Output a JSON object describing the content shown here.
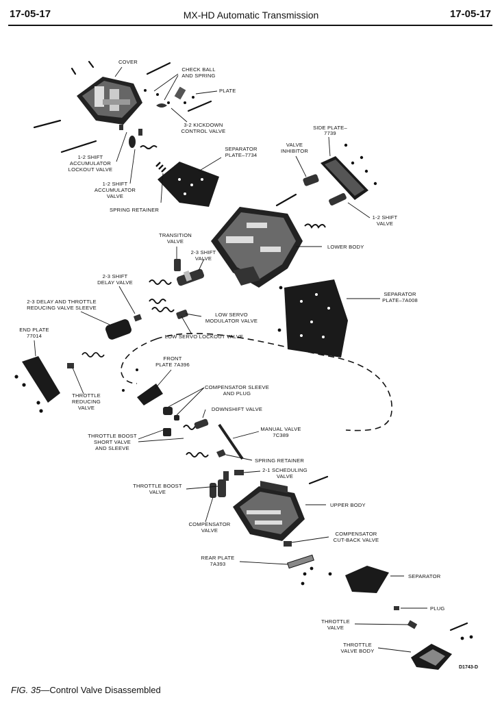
{
  "header": {
    "page_left": "17-05-17",
    "title": "MX-HD Automatic Transmission",
    "page_right": "17-05-17"
  },
  "caption": {
    "fig": "FIG. 35",
    "text": "—Control Valve Disassembled"
  },
  "diagram_code": "D1743-D",
  "labels": {
    "cover": [
      "COVER"
    ],
    "check_ball": [
      "CHECK BALL",
      "AND SPRING"
    ],
    "plate": [
      "PLATE"
    ],
    "kickdown": [
      "3-2 KICKDOWN",
      "CONTROL VALVE"
    ],
    "side_plate": [
      "SIDE PLATE–",
      "7739"
    ],
    "valve_inhibitor": [
      "VALVE",
      "INHIBITOR"
    ],
    "separator_plate_top": [
      "SEPARATOR",
      "PLATE–7734"
    ],
    "accum_lockout": [
      "1-2 SHIFT",
      "ACCUMULATOR",
      "LOCKOUT VALVE"
    ],
    "accum_valve": [
      "1-2 SHIFT",
      "ACCUMULATOR",
      "VALVE"
    ],
    "spring_retainer_top": [
      "SPRING RETAINER"
    ],
    "shift_12": [
      "1-2 SHIFT",
      "VALVE"
    ],
    "transition": [
      "TRANSITION",
      "VALVE"
    ],
    "lower_body": [
      "LOWER BODY"
    ],
    "shift_23": [
      "2-3 SHIFT",
      "VALVE"
    ],
    "delay_23": [
      "2-3 SHIFT",
      "DELAY VALVE"
    ],
    "separator_plate_mid": [
      "SEPARATOR",
      "PLATE–7A008"
    ],
    "delay_throttle": [
      "2-3 DELAY AND THROTTLE",
      "REDUCING VALVE SLEEVE"
    ],
    "low_servo_mod": [
      "LOW SERVO",
      "MODULATOR VALVE"
    ],
    "end_plate": [
      "END PLATE",
      "77014"
    ],
    "low_servo_lockout": [
      "LOW SERVO LOCKOUT VALVE"
    ],
    "front_plate": [
      "FRONT",
      "PLATE 7A396"
    ],
    "throttle_reducing": [
      "THROTTLE",
      "REDUCING",
      "VALVE"
    ],
    "comp_sleeve": [
      "COMPENSATOR SLEEVE",
      "AND PLUG"
    ],
    "downshift": [
      "DOWNSHIFT VALVE"
    ],
    "manual_valve": [
      "MANUAL VALVE",
      "7C389"
    ],
    "boost_short": [
      "THROTTLE BOOST",
      "SHORT VALVE",
      "AND SLEEVE"
    ],
    "spring_retainer_bottom": [
      "SPRING RETAINER"
    ],
    "scheduling": [
      "2-1 SCHEDULING",
      "VALVE"
    ],
    "boost_valve": [
      "THROTTLE BOOST",
      "VALVE"
    ],
    "upper_body": [
      "UPPER BODY"
    ],
    "compensator": [
      "COMPENSATOR",
      "VALVE"
    ],
    "cutback": [
      "COMPENSATOR",
      "CUT-BACK VALVE"
    ],
    "rear_plate": [
      "REAR PLATE",
      "7A393"
    ],
    "separator_bottom": [
      "SEPARATOR"
    ],
    "plug": [
      "PLUG"
    ],
    "throttle_valve": [
      "THROTTLE",
      "VALVE"
    ],
    "throttle_body": [
      "THROTTLE",
      "VALVE BODY"
    ]
  }
}
